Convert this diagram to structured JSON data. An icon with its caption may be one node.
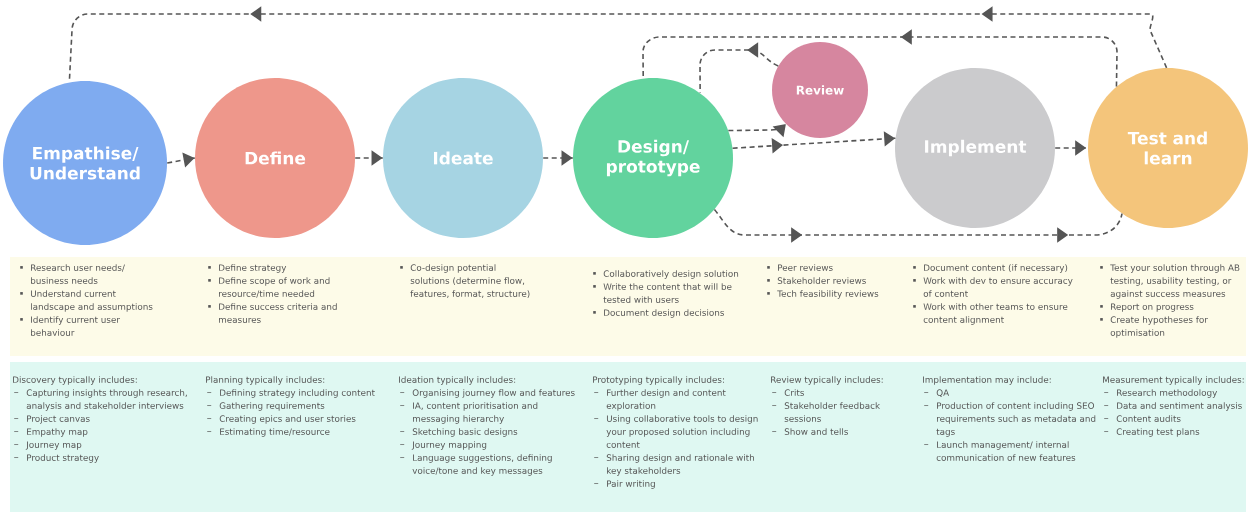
{
  "diagram": {
    "nodes": [
      {
        "text": [
          "Empathise/ Understand"
        ]
      },
      {
        "text": [
          "Define"
        ]
      },
      {
        "text": [
          "Ideate"
        ]
      },
      {
        "text": [
          "Design/ prototype"
        ]
      },
      {
        "text": [
          "Review"
        ]
      },
      {
        "text": [
          "Implement"
        ]
      },
      {
        "text": [
          "Test and learn"
        ]
      }
    ],
    "edges": [
      {
        "from": 0,
        "to": 1,
        "arrow": "to"
      },
      {
        "from": 1,
        "to": 2,
        "arrow": "to"
      },
      {
        "from": 2,
        "to": 3,
        "arrow": "to"
      },
      {
        "from": 3,
        "to": 4,
        "arrow": "to"
      },
      {
        "from": 4,
        "to": 3,
        "arrow": "to"
      },
      {
        "from": 3,
        "to": 5,
        "arrow": "to"
      },
      {
        "from": 5,
        "to": 6,
        "arrow": "to"
      },
      {
        "from": 3,
        "to": 6,
        "arrow": "to"
      },
      {
        "from": 6,
        "to": 3,
        "arrow": "to"
      },
      {
        "from": 6,
        "to": 0,
        "arrow": "to"
      }
    ],
    "labels": [
      "Research user needs/ business needs",
      "Understand current landscape and assumptions",
      "Identify current user behaviour",
      "Define strategy",
      "Define scope of work and resource/time needed",
      "Define success criteria and measures",
      "Co-design potential solutions (determine flow, features, format, structure)",
      "Collaboratively design solution",
      "Write the content that will be tested with users",
      "Document design decisions",
      "Peer reviews",
      "Stakeholder reviews",
      "Tech feasibility reviews",
      "Document content (if necessary)",
      "Work with dev to ensure accuracy of content",
      "Work with other teams to ensure content alignment",
      "Test your solution through AB testing, usability testing, or against success measures",
      "Report on progress",
      "Create hypotheses for optimisation",
      "Discovery typically includes:",
      "Capturing insights through research, analysis and stakeholder interviews",
      "Project canvas",
      "Empathy map",
      "Journey map",
      "Product strategy",
      "Planning typically includes:",
      "Defining strategy including content",
      "Gathering requirements",
      "Creating epics and user stories",
      "Estimating time/resource",
      "Ideation typically includes:",
      "Organising journey flow and features",
      "IA, content prioritisation and messaging hierarchy",
      "Sketching basic designs",
      "Journey mapping",
      "Language suggestions, defining voice/tone and key messages",
      "Prototyping typically includes:",
      "Further design and content exploration",
      "Using collaborative tools to design your proposed solution including content",
      "Sharing design and rationale with key stakeholders",
      "Pair writing",
      "Review typically includes:",
      "Crits",
      "Stakeholder feedback sessions",
      "Show and tells",
      "Implementation may include:",
      "QA",
      "Production of content including SEO requirements such as metadata and tags",
      "Launch management/ internal communication of new features",
      "Measurement typically includes:",
      "Research methodology",
      "Data and sentiment analysis",
      "Content audits",
      "Creating test plans"
    ]
  }
}
